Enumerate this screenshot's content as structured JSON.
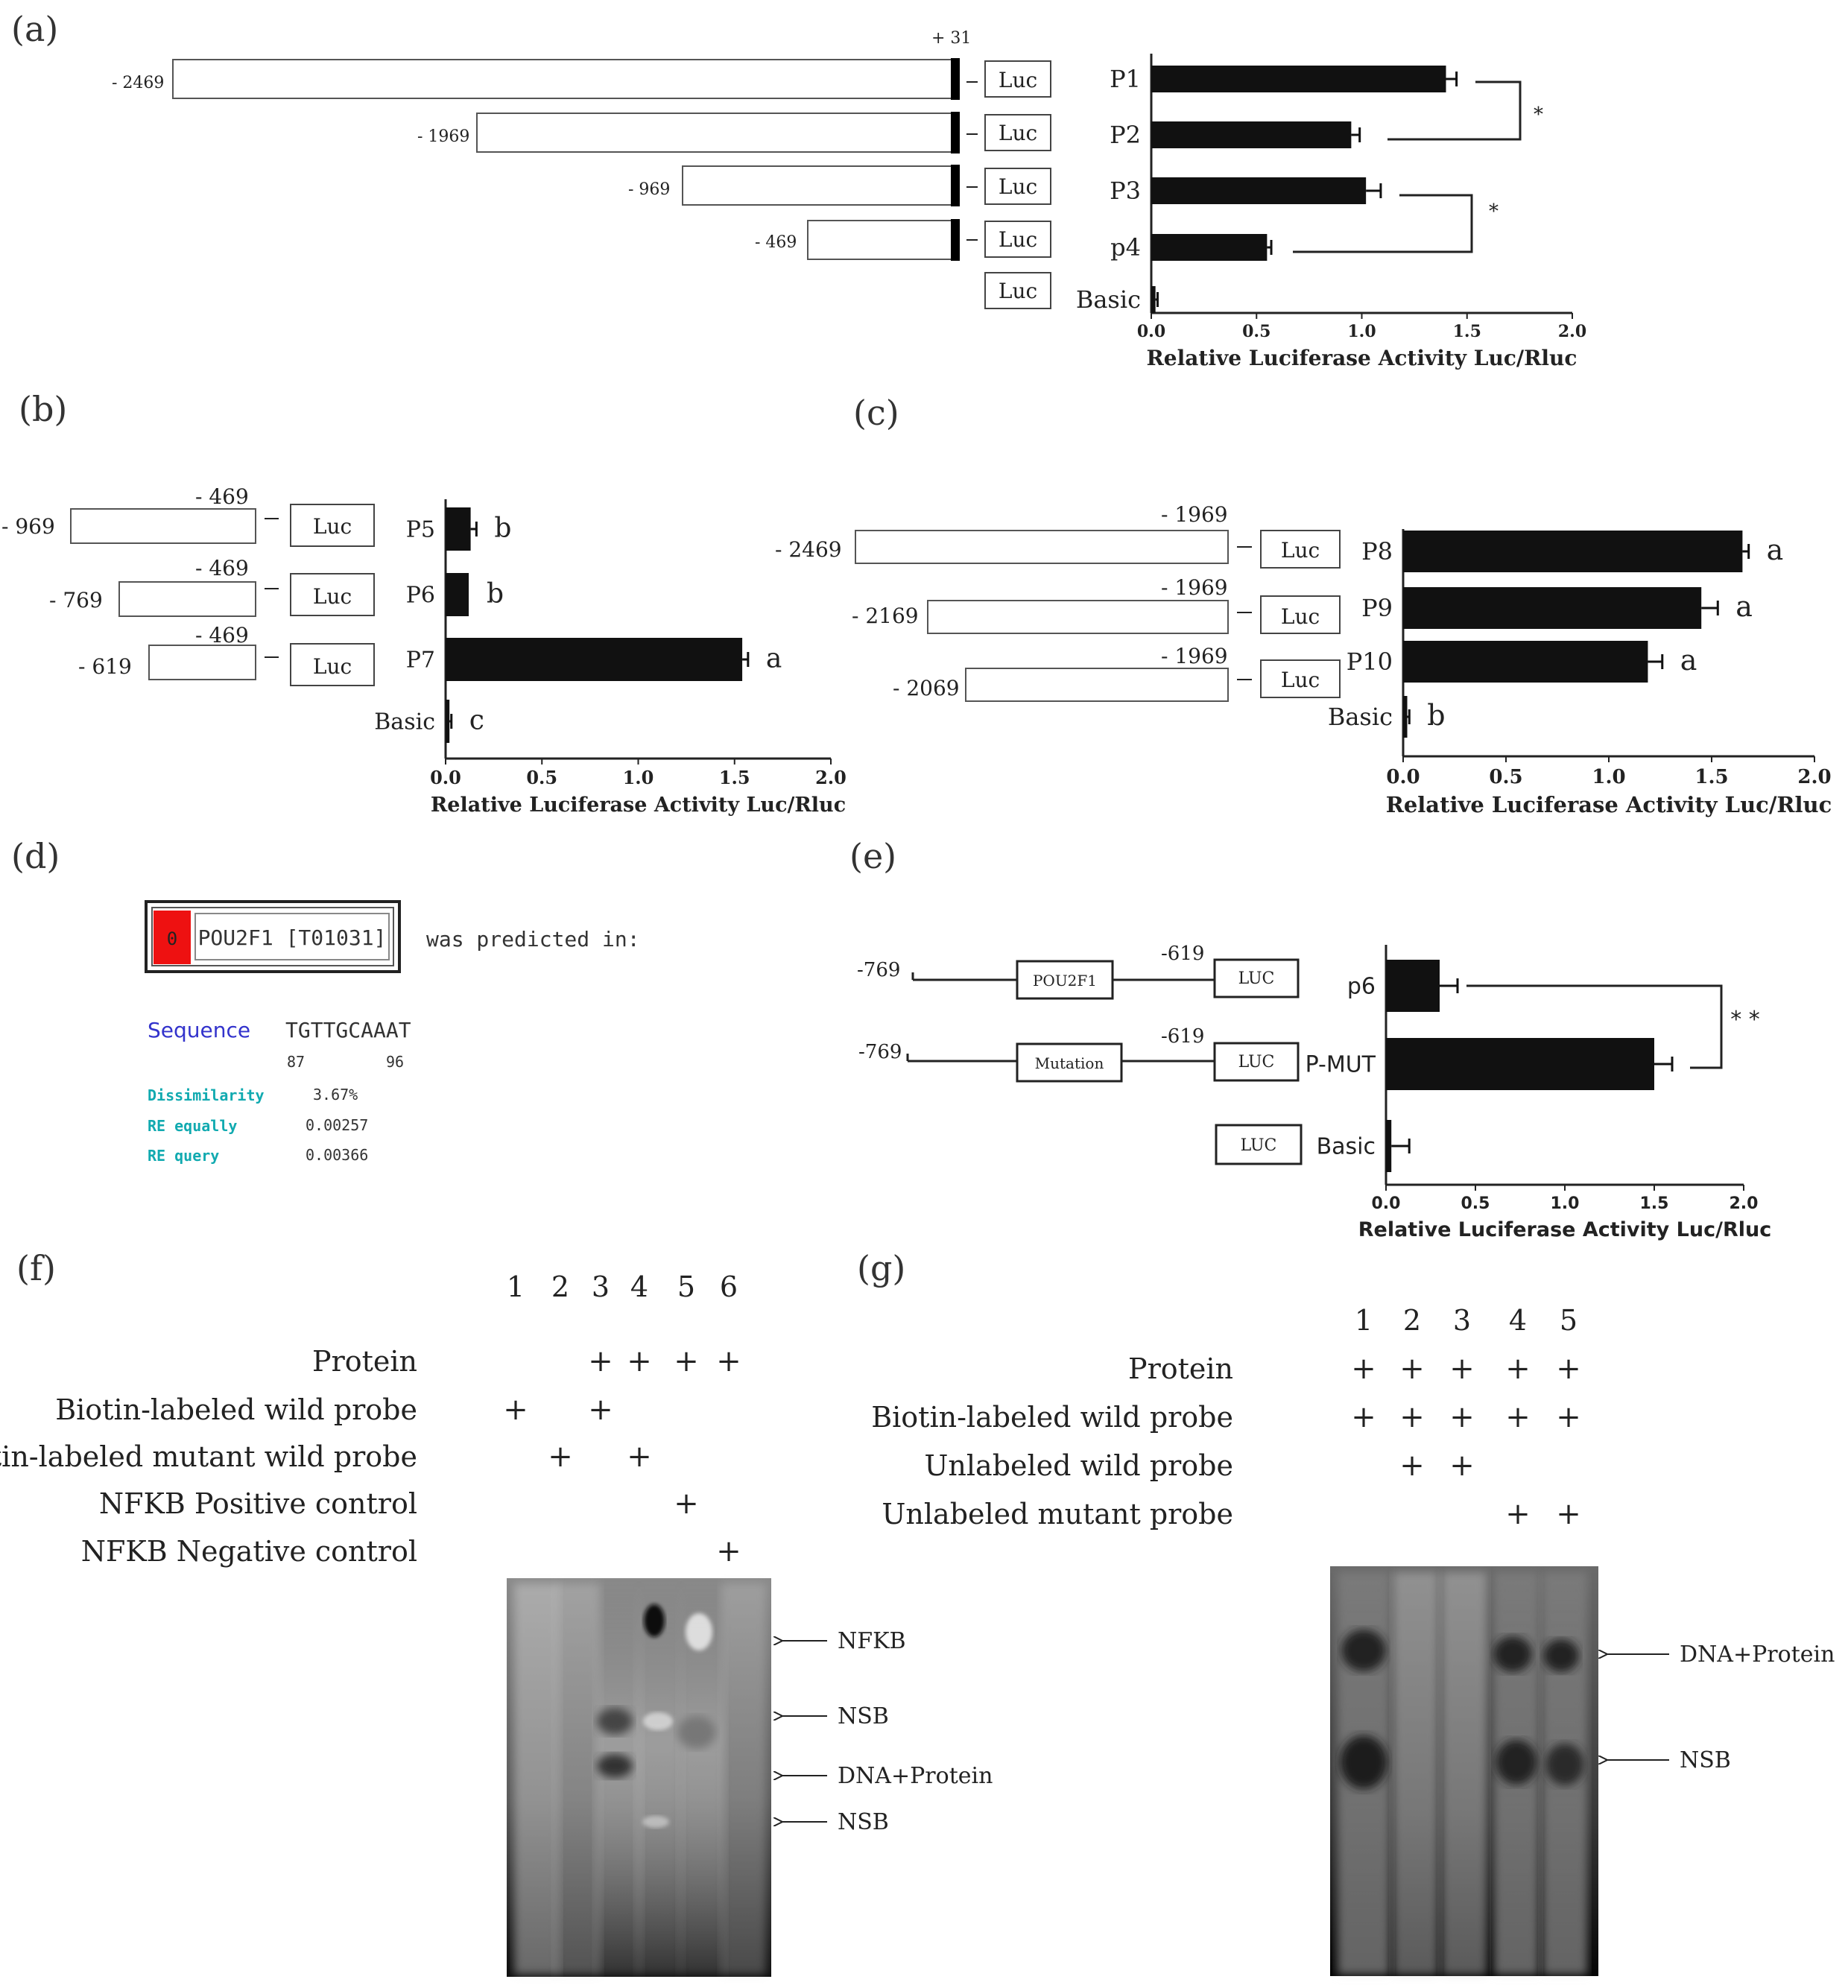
{
  "panels": {
    "a": {
      "label": "(a)",
      "constructs": [
        {
          "start": "- 2469",
          "tss": "+ 31",
          "box": "Luc"
        },
        {
          "start": "- 1969",
          "box": "Luc"
        },
        {
          "start": "- 969",
          "box": "Luc"
        },
        {
          "start": "- 469",
          "box": "Luc"
        },
        {
          "box": "Luc"
        }
      ],
      "chart_data": {
        "type": "bar",
        "orientation": "horizontal",
        "categories": [
          "P1",
          "P2",
          "P3",
          "p4",
          "Basic"
        ],
        "values": [
          1.4,
          0.95,
          1.02,
          0.55,
          0.02
        ],
        "errors": [
          0.05,
          0.04,
          0.07,
          0.02,
          0.01
        ],
        "xlabel": "Relative Luciferase Activity Luc/Rluc",
        "xlim": [
          0,
          2.0
        ],
        "xticks": [
          "0.0",
          "0.5",
          "1.0",
          "1.5",
          "2.0"
        ],
        "significance": [
          {
            "pair": [
              "P1",
              "P2"
            ],
            "mark": "*"
          },
          {
            "pair": [
              "P3",
              "p4"
            ],
            "mark": "*"
          }
        ],
        "bar_color": "#111111"
      }
    },
    "b": {
      "label": "(b)",
      "constructs": [
        {
          "start": "- 969",
          "end": "- 469",
          "box": "Luc"
        },
        {
          "start": "- 769",
          "end": "- 469",
          "box": "Luc"
        },
        {
          "start": "- 619",
          "end": "- 469",
          "box": "Luc"
        }
      ],
      "chart_data": {
        "type": "bar",
        "orientation": "horizontal",
        "categories": [
          "P5",
          "P6",
          "P7",
          "Basic"
        ],
        "values": [
          0.13,
          0.12,
          1.54,
          0.02
        ],
        "errors": [
          0.03,
          0.0,
          0.03,
          0.01
        ],
        "letters": [
          "b",
          "b",
          "a",
          "c"
        ],
        "xlabel": "Relative Luciferase Activity Luc/Rluc",
        "xlim": [
          0,
          2.0
        ],
        "xticks": [
          "0.0",
          "0.5",
          "1.0",
          "1.5",
          "2.0"
        ]
      }
    },
    "c": {
      "label": "(c)",
      "constructs": [
        {
          "start": "- 2469",
          "end": "- 1969",
          "box": "Luc"
        },
        {
          "start": "- 2169",
          "end": "- 1969",
          "box": "Luc"
        },
        {
          "start": "- 2069",
          "end": "- 1969",
          "box": "Luc"
        }
      ],
      "chart_data": {
        "type": "bar",
        "orientation": "horizontal",
        "categories": [
          "P8",
          "P9",
          "P10",
          "Basic"
        ],
        "values": [
          1.65,
          1.45,
          1.19,
          0.02
        ],
        "errors": [
          0.03,
          0.08,
          0.07,
          0.01
        ],
        "letters": [
          "a",
          "a",
          "a",
          "b"
        ],
        "xlabel": "Relative Luciferase Activity Luc/Rluc",
        "xlim": [
          0,
          2.0
        ],
        "xticks": [
          "0.0",
          "0.5",
          "1.0",
          "1.5",
          "2.0"
        ]
      }
    },
    "d": {
      "label": "(d)",
      "badge": "0",
      "factor": "POU2F1 [T01031]",
      "predicted_text": "was predicted in:",
      "sequence_label": "Sequence",
      "sequence": "TGTTGCAAAT",
      "seq_start": "87",
      "seq_end": "96",
      "stats": [
        {
          "label": "Dissimilarity",
          "value": "3.67%"
        },
        {
          "label": "RE equally",
          "value": "0.00257"
        },
        {
          "label": "RE query",
          "value": "0.00366"
        }
      ],
      "badge_color": "#ee1111",
      "stat_color": "#11aab0",
      "seq_label_color": "#3333cc"
    },
    "e": {
      "label": "(e)",
      "constructs": [
        {
          "start": "-769",
          "mid": "POU2F1",
          "end": "-619",
          "box": "LUC"
        },
        {
          "start": "-769",
          "mid": "Mutation",
          "end": "-619",
          "box": "LUC"
        },
        {
          "box": "LUC"
        }
      ],
      "chart_data": {
        "type": "bar",
        "orientation": "horizontal",
        "categories": [
          "p6",
          "P-MUT",
          "Basic"
        ],
        "values": [
          0.3,
          1.5,
          0.03
        ],
        "errors": [
          0.1,
          0.1,
          0.1
        ],
        "xlabel": "Relative Luciferase Activity Luc/Rluc",
        "xlim": [
          0,
          2.0
        ],
        "xticks": [
          "0.0",
          "0.5",
          "1.0",
          "1.5",
          "2.0"
        ],
        "significance": [
          {
            "pair": [
              "p6",
              "P-MUT"
            ],
            "mark": "* *"
          }
        ]
      }
    },
    "f": {
      "label": "(f)",
      "lanes": [
        "1",
        "2",
        "3",
        "4",
        "5",
        "6"
      ],
      "rows": [
        {
          "label": "Protein",
          "plus": [
            false,
            false,
            true,
            true,
            true,
            true
          ]
        },
        {
          "label": "Biotin-labeled wild probe",
          "plus": [
            true,
            false,
            true,
            false,
            false,
            false
          ]
        },
        {
          "label": "Biotin-labeled mutant wild probe",
          "plus": [
            false,
            true,
            false,
            true,
            false,
            false
          ]
        },
        {
          "label": "NFKB Positive control",
          "plus": [
            false,
            false,
            false,
            false,
            true,
            false
          ]
        },
        {
          "label": "NFKB Negative control",
          "plus": [
            false,
            false,
            false,
            false,
            false,
            true
          ]
        }
      ],
      "plus_symbol": "+",
      "arrows": [
        "NFKB",
        "NSB",
        "DNA+Protein",
        "NSB"
      ]
    },
    "g": {
      "label": "(g)",
      "lanes": [
        "1",
        "2",
        "3",
        "4",
        "5"
      ],
      "rows": [
        {
          "label": "Protein",
          "plus": [
            true,
            true,
            true,
            true,
            true
          ]
        },
        {
          "label": "Biotin-labeled wild probe",
          "plus": [
            true,
            true,
            true,
            true,
            true
          ]
        },
        {
          "label": "Unlabeled wild probe",
          "plus": [
            false,
            true,
            true,
            false,
            false
          ]
        },
        {
          "label": "Unlabeled mutant probe",
          "plus": [
            false,
            false,
            false,
            true,
            true
          ]
        }
      ],
      "plus_symbol": "+",
      "arrows": [
        "DNA+Protein",
        "NSB"
      ]
    }
  }
}
